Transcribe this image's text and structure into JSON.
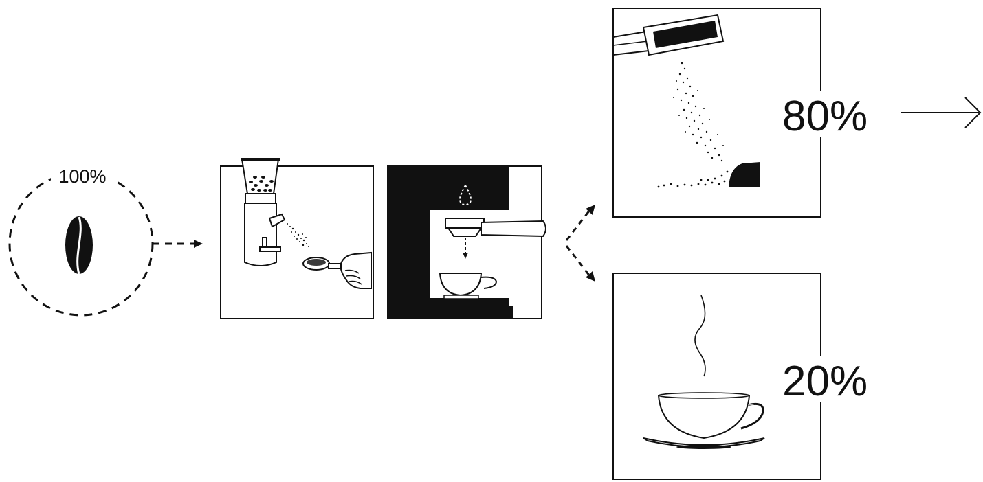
{
  "diagram": {
    "whole_bean": {
      "label": "100%"
    },
    "spent_grounds": {
      "label": "80%"
    },
    "brewed_cup": {
      "label": "20%"
    }
  },
  "colors": {
    "ink": "#111111",
    "background": "#ffffff",
    "crema": "#6b6b6b"
  },
  "icons": [
    "coffee-bean-icon",
    "coffee-grinder-icon",
    "portafilter-icon",
    "hand-icon",
    "espresso-machine-icon",
    "water-drop-icon",
    "espresso-cup-icon",
    "knock-box-portafilter-icon",
    "coffee-grounds-icon",
    "steam-icon",
    "teacup-icon",
    "saucer-icon"
  ]
}
